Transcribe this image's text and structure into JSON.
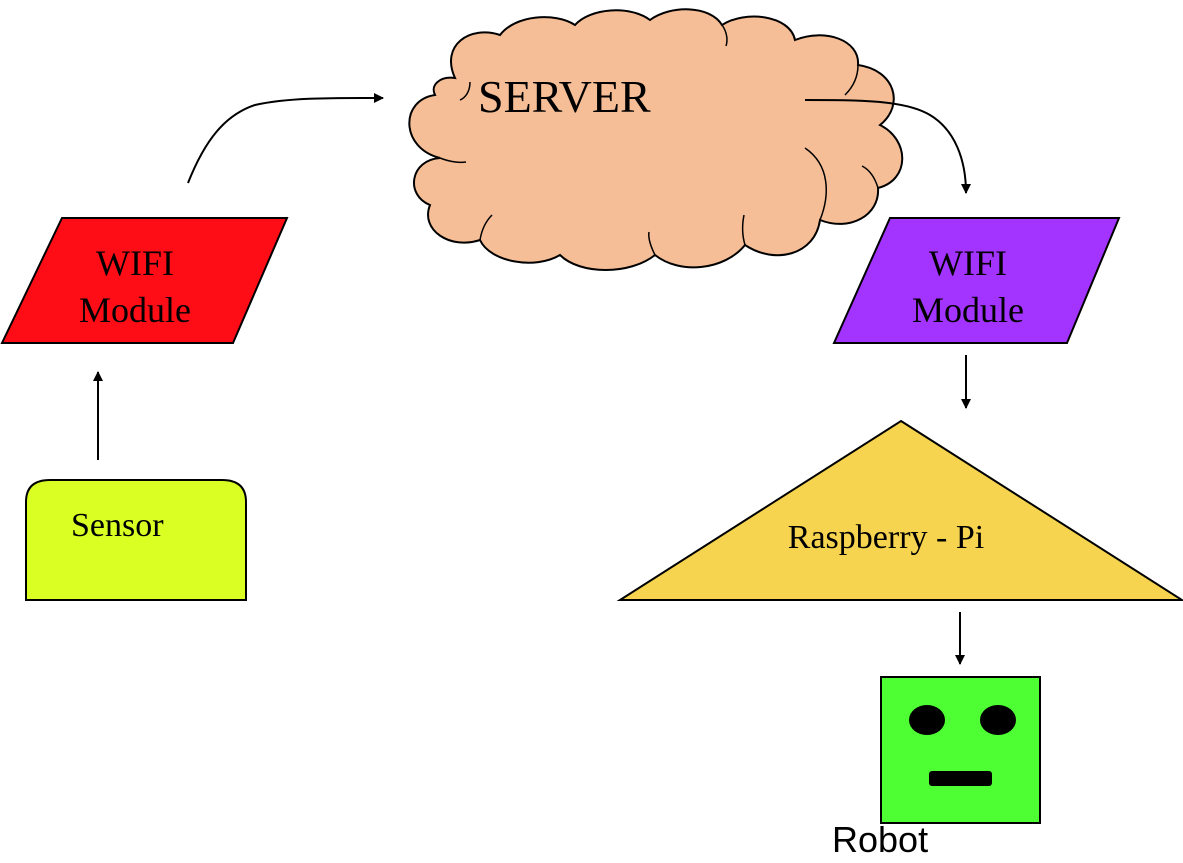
{
  "diagram": {
    "server": {
      "label": "SERVER",
      "fill": "#F5BE96"
    },
    "wifi_left": {
      "line1": "WIFI",
      "line2": "Module",
      "fill": "#FF0D17"
    },
    "wifi_right": {
      "line1": "WIFI",
      "line2": "Module",
      "fill": "#A333FF"
    },
    "sensor": {
      "label": "Sensor",
      "fill": "#DAFF23"
    },
    "raspberry": {
      "label": "Raspberry - Pi",
      "fill": "#F7D44F"
    },
    "robot": {
      "label": "Robot",
      "fill": "#4DFF33",
      "face_color": "#000000"
    }
  }
}
